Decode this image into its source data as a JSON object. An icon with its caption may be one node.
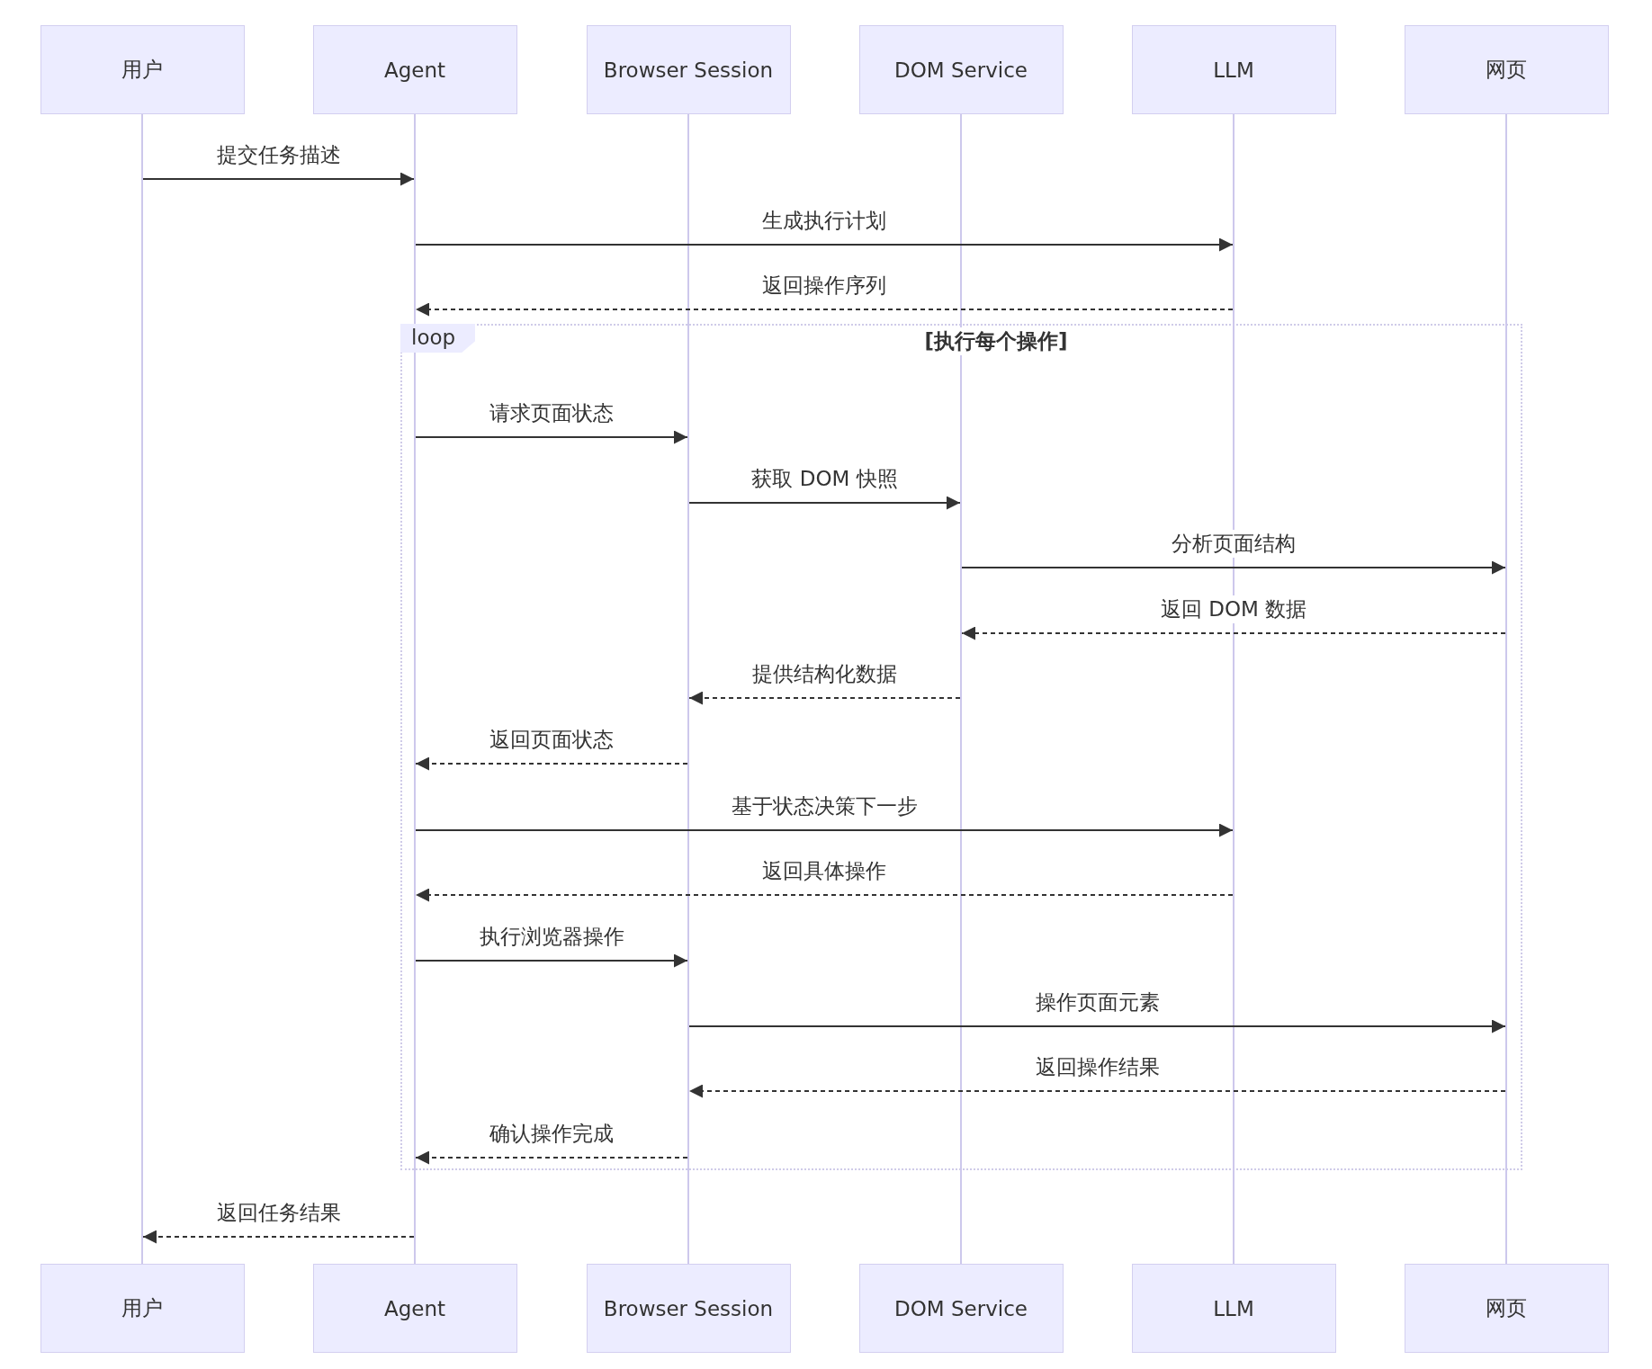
{
  "diagram": {
    "nodes": [
      {
        "text": [
          "用户"
        ]
      },
      {
        "text": [
          "Agent"
        ]
      },
      {
        "text": [
          "Browser Session"
        ]
      },
      {
        "text": [
          "DOM Service"
        ]
      },
      {
        "text": [
          "LLM"
        ]
      },
      {
        "text": [
          "网页"
        ]
      },
      {
        "text": [],
        "shape": "line"
      },
      {
        "text": [],
        "shape": "line"
      },
      {
        "text": [],
        "shape": "line"
      },
      {
        "text": [],
        "shape": "line"
      },
      {
        "text": [],
        "shape": "line"
      },
      {
        "text": [],
        "shape": "line"
      },
      {
        "text": [
          "loop"
        ]
      },
      {
        "text": [
          "用户"
        ]
      },
      {
        "text": [
          "Agent"
        ]
      },
      {
        "text": [
          "Browser Session"
        ]
      },
      {
        "text": [
          "DOM Service"
        ]
      },
      {
        "text": [
          "LLM"
        ]
      },
      {
        "text": [
          "网页"
        ]
      }
    ],
    "edges": [
      {
        "from": 6,
        "to": 7,
        "arrow": "to",
        "label": "提交任务描述"
      },
      {
        "from": 7,
        "to": 10,
        "arrow": "to",
        "label": "生成执行计划"
      },
      {
        "from": 10,
        "to": 7,
        "arrow": "to",
        "label": "返回操作序列",
        "style": "dashed"
      },
      {
        "from": 7,
        "to": 8,
        "arrow": "to",
        "label": "请求页面状态"
      },
      {
        "from": 8,
        "to": 9,
        "arrow": "to",
        "label": "获取 DOM 快照"
      },
      {
        "from": 9,
        "to": 11,
        "arrow": "to",
        "label": "分析页面结构"
      },
      {
        "from": 11,
        "to": 9,
        "arrow": "to",
        "label": "返回 DOM 数据",
        "style": "dashed"
      },
      {
        "from": 9,
        "to": 8,
        "arrow": "to",
        "label": "提供结构化数据",
        "style": "dashed"
      },
      {
        "from": 8,
        "to": 7,
        "arrow": "to",
        "label": "返回页面状态",
        "style": "dashed"
      },
      {
        "from": 7,
        "to": 10,
        "arrow": "to",
        "label": "基于状态决策下一步"
      },
      {
        "from": 10,
        "to": 7,
        "arrow": "to",
        "label": "返回具体操作",
        "style": "dashed"
      },
      {
        "from": 7,
        "to": 8,
        "arrow": "to",
        "label": "执行浏览器操作"
      },
      {
        "from": 8,
        "to": 11,
        "arrow": "to",
        "label": "操作页面元素"
      },
      {
        "from": 11,
        "to": 8,
        "arrow": "to",
        "label": "返回操作结果",
        "style": "dashed"
      },
      {
        "from": 8,
        "to": 7,
        "arrow": "to",
        "label": "确认操作完成",
        "style": "dashed"
      },
      {
        "from": 7,
        "to": 6,
        "arrow": "to",
        "label": "返回任务结果",
        "style": "dashed"
      }
    ],
    "labels": [
      "[执行每个操作]"
    ]
  }
}
